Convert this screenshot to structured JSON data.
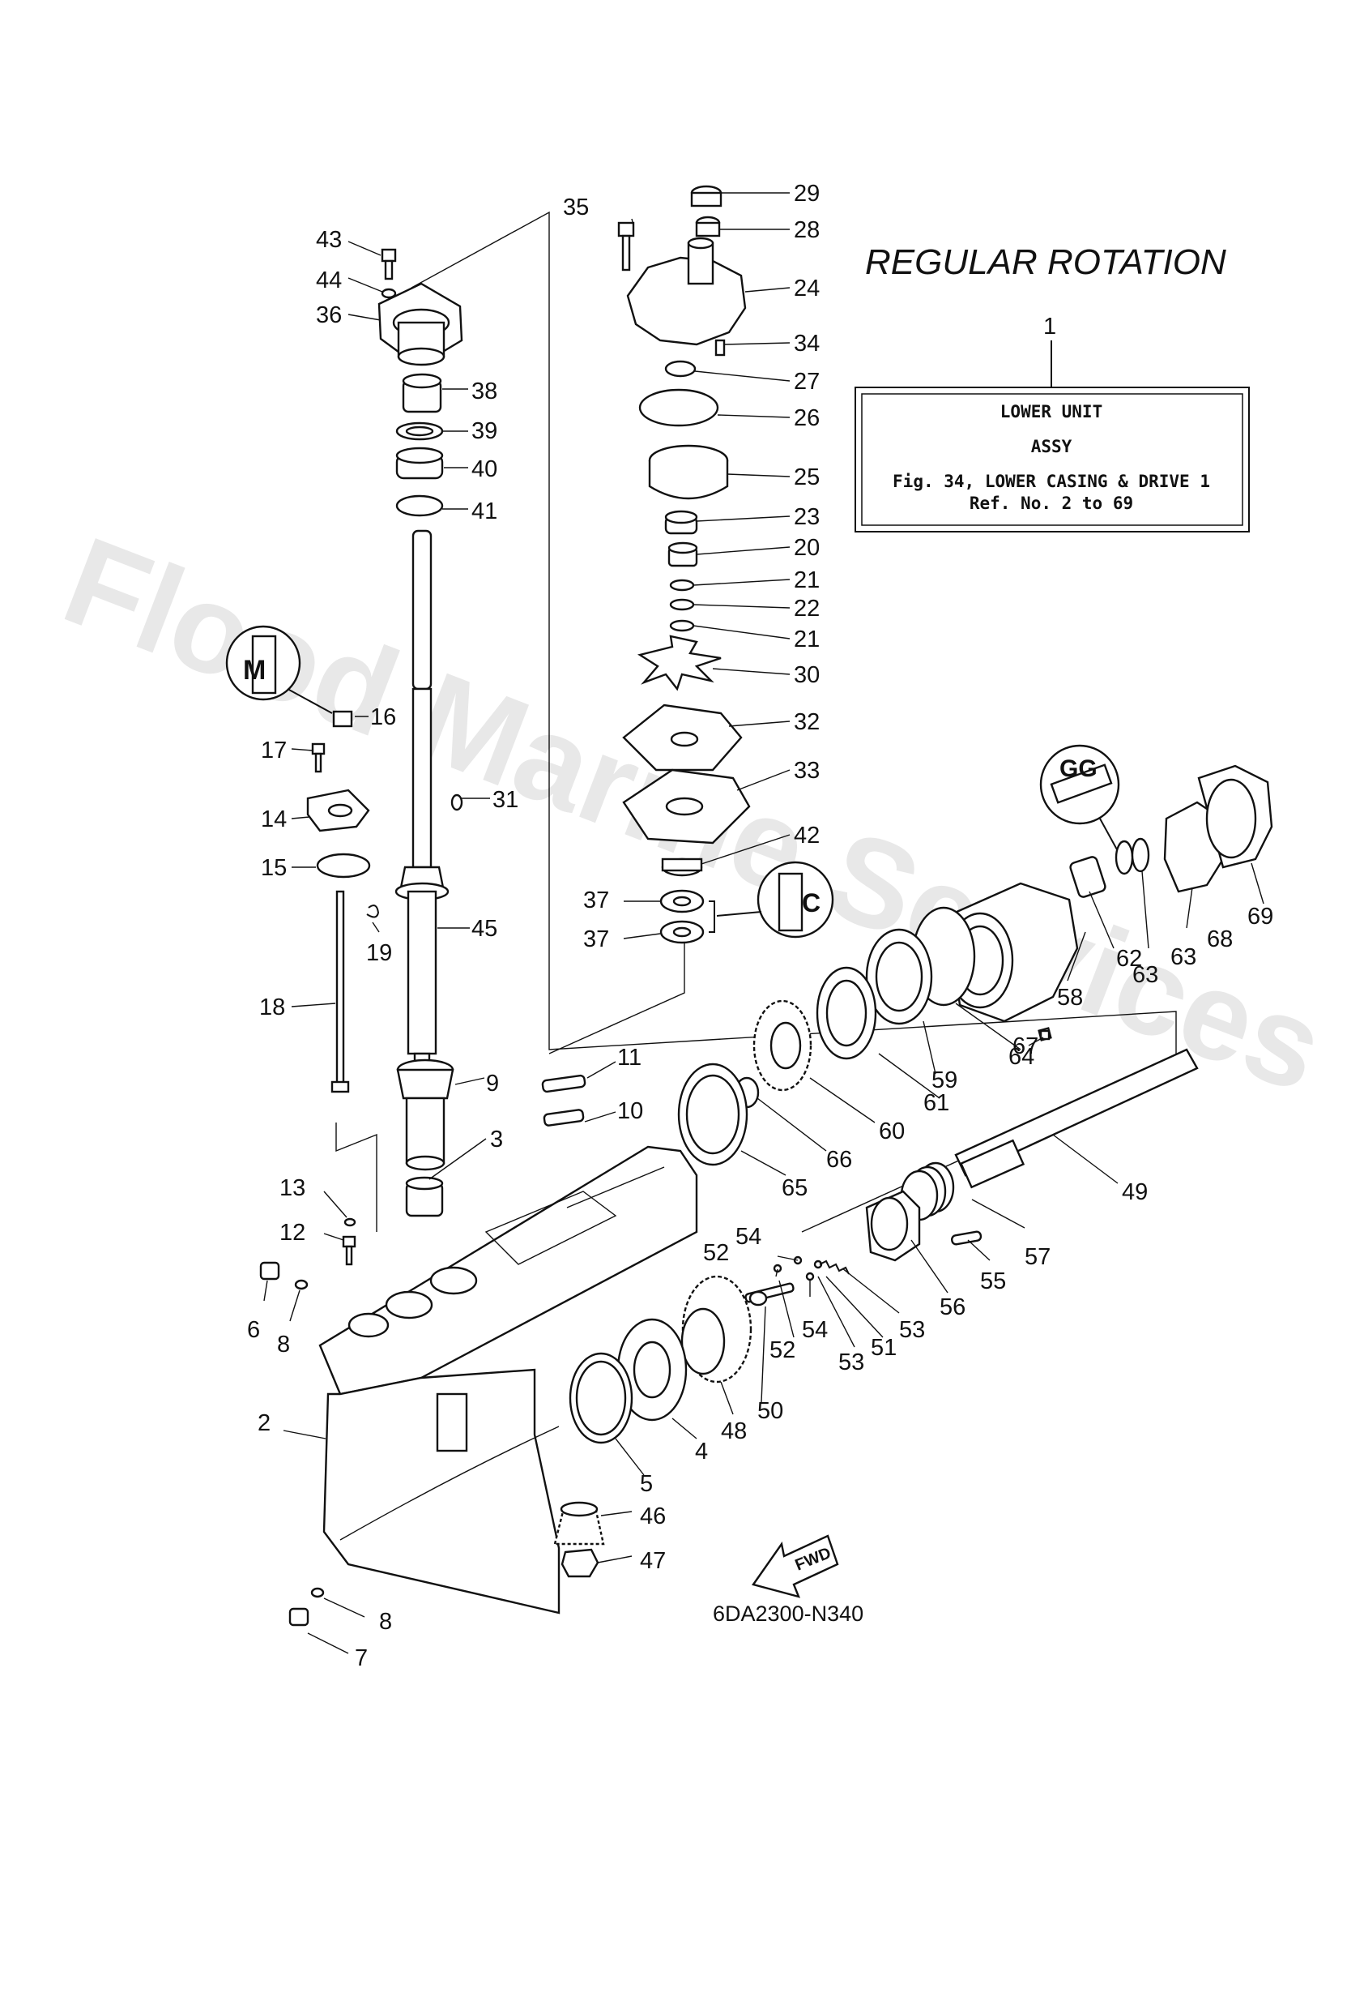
{
  "title": "REGULAR ROTATION",
  "info_box": {
    "ref_number": "1",
    "line1": "LOWER UNIT",
    "line2": "ASSY",
    "line3": "Fig. 34, LOWER CASING & DRIVE 1",
    "line4": "Ref. No. 2 to 69"
  },
  "diagram_code": "6DA2300-N340",
  "watermark": "Flood Marine Services",
  "fwd_label": "FWD",
  "callouts": {
    "c2": "2",
    "c3": "3",
    "c4": "4",
    "c5": "5",
    "c6": "6",
    "c7": "7",
    "c8a": "8",
    "c8b": "8",
    "c9": "9",
    "c10": "10",
    "c11": "11",
    "c12": "12",
    "c13": "13",
    "c14": "14",
    "c15": "15",
    "c16": "16",
    "c17": "17",
    "c18": "18",
    "c19": "19",
    "c20": "20",
    "c21a": "21",
    "c21b": "21",
    "c22": "22",
    "c23": "23",
    "c24": "24",
    "c25": "25",
    "c26": "26",
    "c27": "27",
    "c28": "28",
    "c29": "29",
    "c30": "30",
    "c31": "31",
    "c32": "32",
    "c33": "33",
    "c34": "34",
    "c35": "35",
    "c36": "36",
    "c37a": "37",
    "c37b": "37",
    "c38": "38",
    "c39": "39",
    "c40": "40",
    "c41": "41",
    "c42": "42",
    "c43": "43",
    "c44": "44",
    "c45": "45",
    "c46": "46",
    "c47": "47",
    "c48": "48",
    "c49": "49",
    "c50": "50",
    "c51": "51",
    "c52a": "52",
    "c52b": "52",
    "c53a": "53",
    "c53b": "53",
    "c54a": "54",
    "c54b": "54",
    "c55": "55",
    "c56": "56",
    "c57": "57",
    "c58": "58",
    "c59": "59",
    "c60": "60",
    "c61": "61",
    "c62": "62",
    "c63a": "63",
    "c63b": "63",
    "c64": "64",
    "c65": "65",
    "c66": "66",
    "c67": "67",
    "c68": "68",
    "c69": "69"
  }
}
